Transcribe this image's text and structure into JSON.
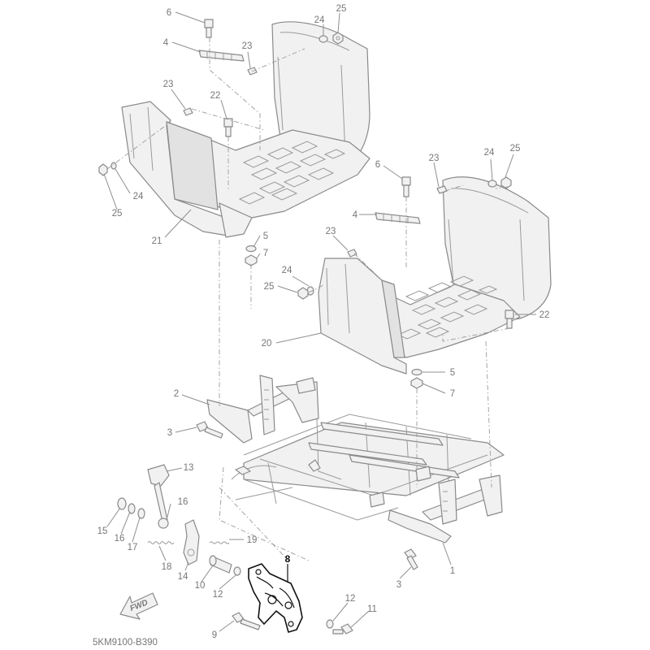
{
  "diagram_code": "5KM9100-B390",
  "direction_label": "FWD",
  "highlight_color": "#111111",
  "line_color": "#8a8a8a",
  "callouts": [
    {
      "id": "c6a",
      "label": "6"
    },
    {
      "id": "c24a",
      "label": "24"
    },
    {
      "id": "c25a",
      "label": "25"
    },
    {
      "id": "c4a",
      "label": "4"
    },
    {
      "id": "c23a",
      "label": "23"
    },
    {
      "id": "c23b",
      "label": "23"
    },
    {
      "id": "c22a",
      "label": "22"
    },
    {
      "id": "c24b",
      "label": "24"
    },
    {
      "id": "c25b",
      "label": "25"
    },
    {
      "id": "c21",
      "label": "21"
    },
    {
      "id": "c5a",
      "label": "5"
    },
    {
      "id": "c7a",
      "label": "7"
    },
    {
      "id": "c6b",
      "label": "6"
    },
    {
      "id": "c23c",
      "label": "23"
    },
    {
      "id": "c24c",
      "label": "24"
    },
    {
      "id": "c25c",
      "label": "25"
    },
    {
      "id": "c4b",
      "label": "4"
    },
    {
      "id": "c23d",
      "label": "23"
    },
    {
      "id": "c24d",
      "label": "24"
    },
    {
      "id": "c25d",
      "label": "25"
    },
    {
      "id": "c22b",
      "label": "22"
    },
    {
      "id": "c20",
      "label": "20"
    },
    {
      "id": "c5b",
      "label": "5"
    },
    {
      "id": "c7b",
      "label": "7"
    },
    {
      "id": "c2",
      "label": "2"
    },
    {
      "id": "c3a",
      "label": "3"
    },
    {
      "id": "c13",
      "label": "13"
    },
    {
      "id": "c16a",
      "label": "16"
    },
    {
      "id": "c15",
      "label": "15"
    },
    {
      "id": "c16b",
      "label": "16"
    },
    {
      "id": "c17",
      "label": "17"
    },
    {
      "id": "c19",
      "label": "19"
    },
    {
      "id": "c18",
      "label": "18"
    },
    {
      "id": "c14",
      "label": "14"
    },
    {
      "id": "c10",
      "label": "10"
    },
    {
      "id": "c12a",
      "label": "12"
    },
    {
      "id": "c8",
      "label": "8"
    },
    {
      "id": "c1",
      "label": "1"
    },
    {
      "id": "c3b",
      "label": "3"
    },
    {
      "id": "c12b",
      "label": "12"
    },
    {
      "id": "c11",
      "label": "11"
    },
    {
      "id": "c9",
      "label": "9"
    }
  ]
}
